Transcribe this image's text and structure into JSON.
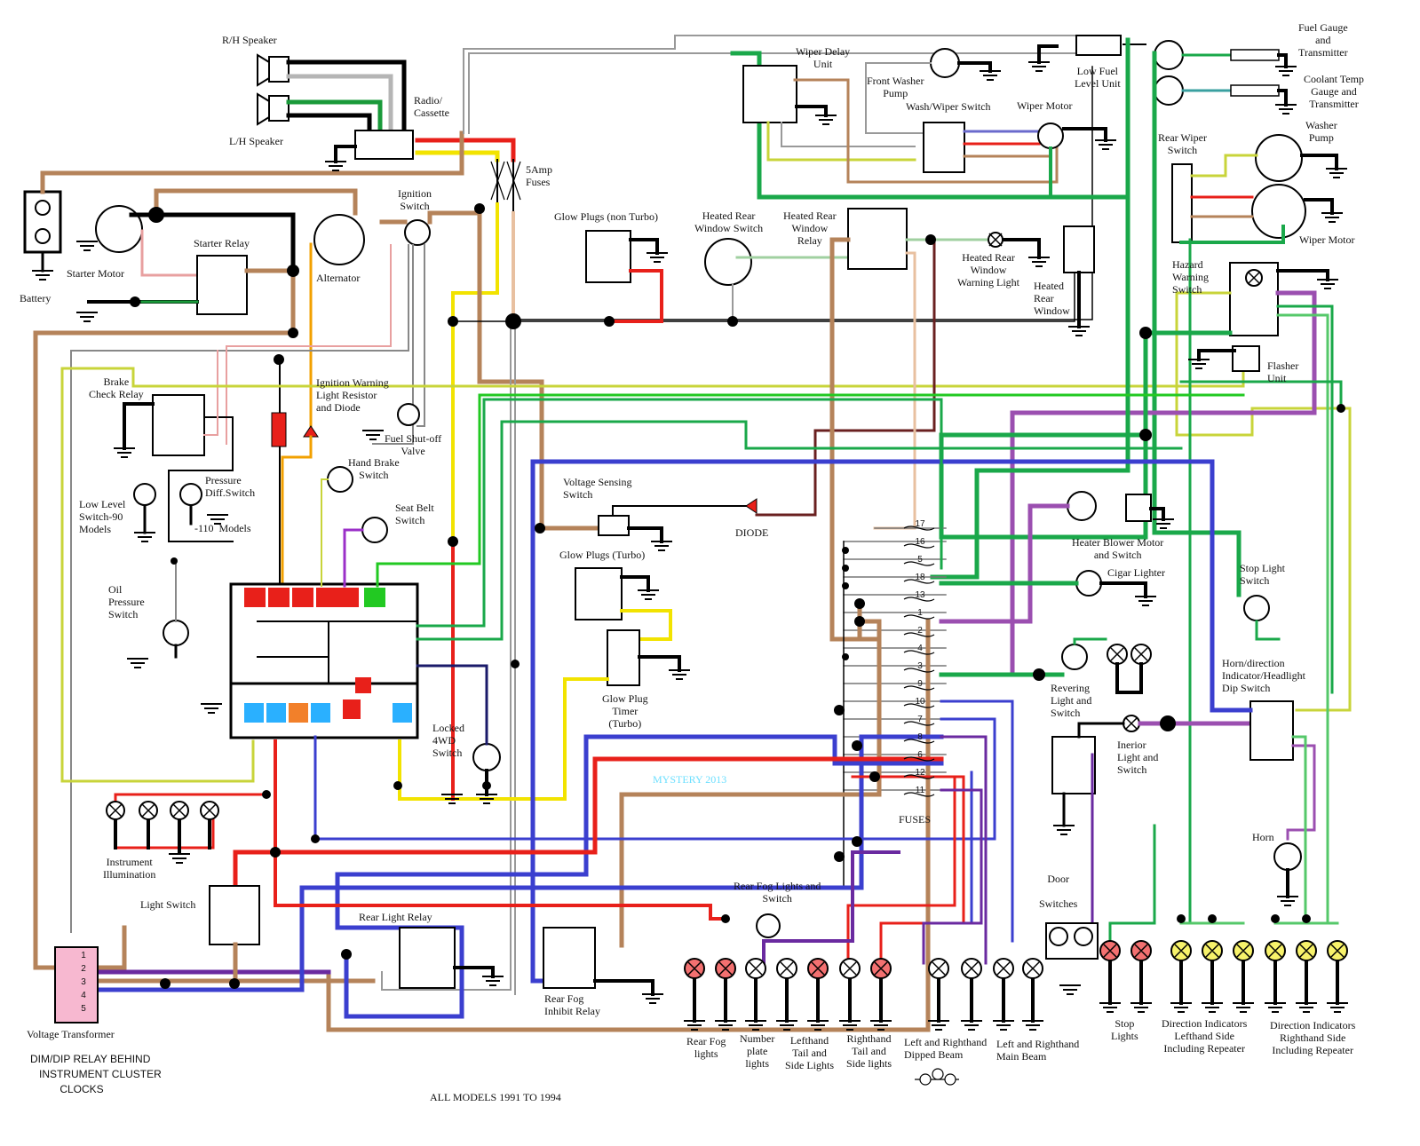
{
  "labels": {
    "rh_speaker": "R/H Speaker",
    "lh_speaker": "L/H Speaker",
    "radio": "Radio/\nCassette",
    "fuses_5amp": "5Amp\nFuses",
    "battery": "Battery",
    "starter_motor": "Starter Motor",
    "starter_relay": "Starter Relay",
    "alternator": "Alternator",
    "ignition_switch": "Ignition\nSwitch",
    "glow_plugs_non_turbo": "Glow Plugs (non Turbo)",
    "heated_rear_window_switch": "Heated Rear\nWindow Switch",
    "heated_rear_window_relay": "Heated Rear\nWindow\nRelay",
    "heated_rear_window_warning": "Heated Rear\nWindow\nWarning Light",
    "heated_rear_window": "Heated\nRear\nWindow",
    "wiper_delay_unit": "Wiper Delay\nUnit",
    "front_washer_pump": "Front Washer\nPump",
    "wash_wiper_switch": "Wash/Wiper Switch",
    "wiper_motor_front": "Wiper Motor",
    "low_fuel_level": "Low Fuel\nLevel Unit",
    "fuel_gauge": "Fuel Gauge\nand\nTransmitter",
    "coolant_temp": "Coolant Temp\nGauge and\nTransmitter",
    "washer_pump_rear": "Washer\nPump",
    "rear_wiper_switch": "Rear Wiper\nSwitch",
    "wiper_motor_rear": "Wiper Motor",
    "hazard_switch": "Hazard\nWarning\nSwitch",
    "flasher_unit": "Flasher\nUnit",
    "brake_check_relay": "Brake\nCheck Relay",
    "ignition_warning": "Ignition Warning\nLight Resistor\nand Diode",
    "fuel_shutoff": "Fuel Shut-off\nValve",
    "pressure_diff": "Pressure\nDiff.Switch",
    "low_level_90": "Low Level\nSwitch-90\nModels",
    "models_110": "-110  Models",
    "hand_brake": "Hand Brake\nSwitch",
    "seat_belt": "Seat Belt\nSwitch",
    "voltage_sensing": "Voltage Sensing\nSwitch",
    "diode": "DIODE",
    "glow_plugs_turbo": "Glow Plugs (Turbo)",
    "glow_plug_timer": "Glow Plug\nTimer\n(Turbo)",
    "oil_pressure": "Oil\nPressure\nSwitch",
    "locked_4wd": "Locked\n4WD\nSwitch",
    "instrument_illumination": "Instrument\nIllumination",
    "light_switch": "Light Switch",
    "voltage_transformer": "Voltage Transformer",
    "rear_light_relay": "Rear Light Relay",
    "rear_fog_inhibit": "Rear Fog\nInhibit Relay",
    "rear_fog_lights_switch": "Rear Fog Lights and\nSwitch",
    "heater_blower": "Heater Blower Motor\nand Switch",
    "cigar_lighter": "Cigar Lighter",
    "stop_light_switch": "Stop Light\nSwitch",
    "reversing": "Revering\nLight and\nSwitch",
    "interior_light": "Inerior\nLight and\nSwitch",
    "horn_switch": "Horn/direction\nIndicator/Headlight\nDip Switch",
    "horn": "Horn",
    "door_switches": "Door\n\nSwitches",
    "fuses": "FUSES",
    "rear_fog_lights": "Rear Fog\nlights",
    "number_plate": "Number\nplate\nlights",
    "lh_tail": "Lefthand\nTail and\nSide Lights",
    "rh_tail": "Righthand\nTail and\nSide lights",
    "dipped_beam": "Left and Righthand\nDipped Beam",
    "main_beam": "Left and Righthand\nMain Beam",
    "stop_lights": "Stop\nLights",
    "dir_left": "Direction Indicators\nLefthand Side\nIncluding Repeater",
    "dir_right": "Direction Indicators\nRighthand Side\nIncluding Repeater"
  },
  "notes": {
    "dim_dip": "DIM/DIP RELAY BEHIND\n   INSTRUMENT CLUSTER\n          CLOCKS",
    "all_models": "ALL MODELS 1991 TO 1994",
    "watermark": "MYSTERY 2013"
  },
  "fuse_numbers": [
    "17",
    "16",
    "5",
    "18",
    "13",
    "1",
    "2",
    "4",
    "3",
    "9",
    "10",
    "7",
    "8",
    "6",
    "12",
    "11"
  ],
  "transformer_pins": [
    "1",
    "2",
    "3",
    "4",
    "5"
  ],
  "colors": {
    "brown": "#b5835a",
    "red": "#e8201a",
    "green": "#1aa84a",
    "blue": "#3b3fcf",
    "purple": "#9b4fb0",
    "yellow": "#f2e300",
    "black": "#000000",
    "gray": "#a8a8a8",
    "lightgreen": "#55c86a"
  }
}
